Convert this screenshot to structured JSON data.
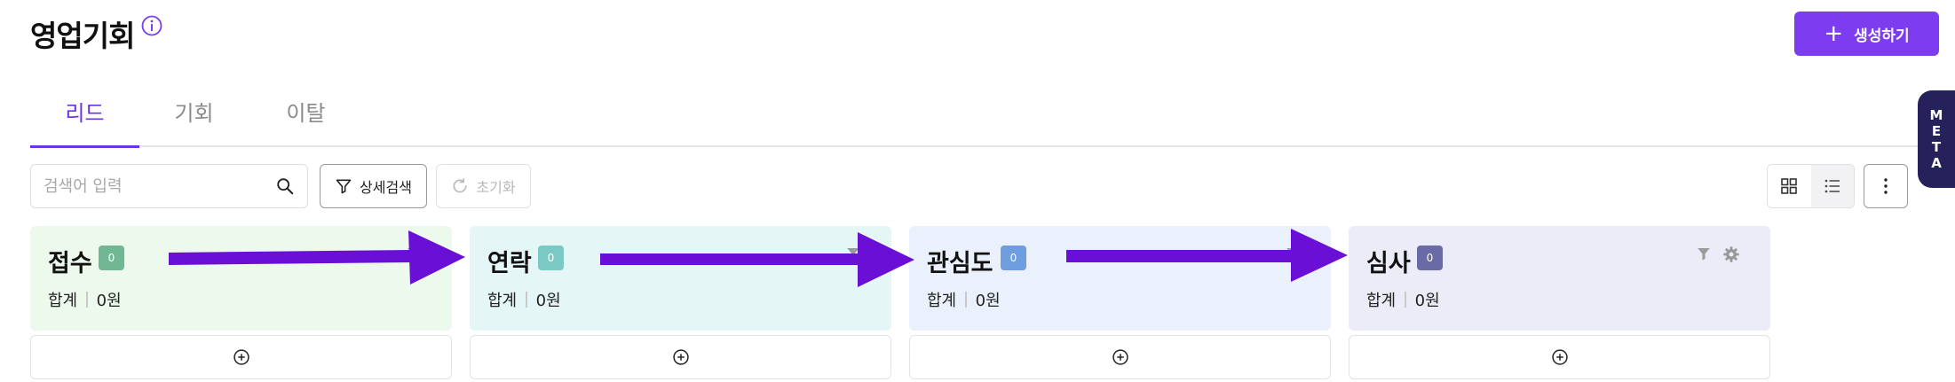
{
  "header": {
    "title": "영업기회",
    "create_label": "생성하기"
  },
  "tabs": [
    {
      "label": "리드",
      "active": true
    },
    {
      "label": "기회",
      "active": false
    },
    {
      "label": "이탈",
      "active": false
    }
  ],
  "toolbar": {
    "search_placeholder": "검색어 입력",
    "filter_label": "상세검색",
    "reset_label": "초기화"
  },
  "side_tab": {
    "letters": [
      "M",
      "E",
      "T",
      "A"
    ]
  },
  "columns": [
    {
      "title": "접수",
      "count": "0",
      "sum_label": "합계",
      "sum_value": "0원",
      "bg": "#ecf9ec",
      "badge_color": "#6fb893"
    },
    {
      "title": "연락",
      "count": "0",
      "sum_label": "합계",
      "sum_value": "0원",
      "bg": "#e5f6f6",
      "badge_color": "#7bc9c5"
    },
    {
      "title": "관심도",
      "count": "0",
      "sum_label": "합계",
      "sum_value": "0원",
      "bg": "#eaf1fc",
      "badge_color": "#6e9de0"
    },
    {
      "title": "심사",
      "count": "0",
      "sum_label": "합계",
      "sum_value": "0원",
      "bg": "#ececf8",
      "badge_color": "#6a6aa6"
    }
  ],
  "colors": {
    "accent": "#7d3cf0",
    "tab_active": "#6b35e6",
    "arrow": "#6a0fd6",
    "meta_tab": "#25215a"
  },
  "icons": [
    "info-icon",
    "plus-icon",
    "search-icon",
    "filter-icon",
    "refresh-icon",
    "grid-view-icon",
    "list-view-icon",
    "more-vertical-icon",
    "plus-circle-icon",
    "gear-icon"
  ]
}
